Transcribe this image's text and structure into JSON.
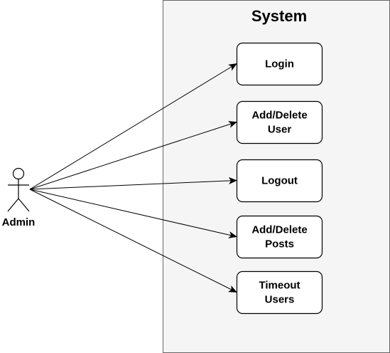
{
  "system": {
    "title": "System"
  },
  "actor": {
    "name": "Admin"
  },
  "use_cases": [
    {
      "id": "login",
      "lines": [
        "Login"
      ]
    },
    {
      "id": "add-delete-user",
      "lines": [
        "Add/Delete",
        "User"
      ]
    },
    {
      "id": "logout",
      "lines": [
        "Logout"
      ]
    },
    {
      "id": "add-delete-posts",
      "lines": [
        "Add/Delete",
        "Posts"
      ]
    },
    {
      "id": "timeout-users",
      "lines": [
        "Timeout",
        "Users"
      ]
    }
  ],
  "colors": {
    "system_fill": "#f5f5f5",
    "system_stroke": "#666666",
    "usecase_fill": "#ffffff",
    "usecase_stroke": "#000000",
    "line": "#000000"
  }
}
